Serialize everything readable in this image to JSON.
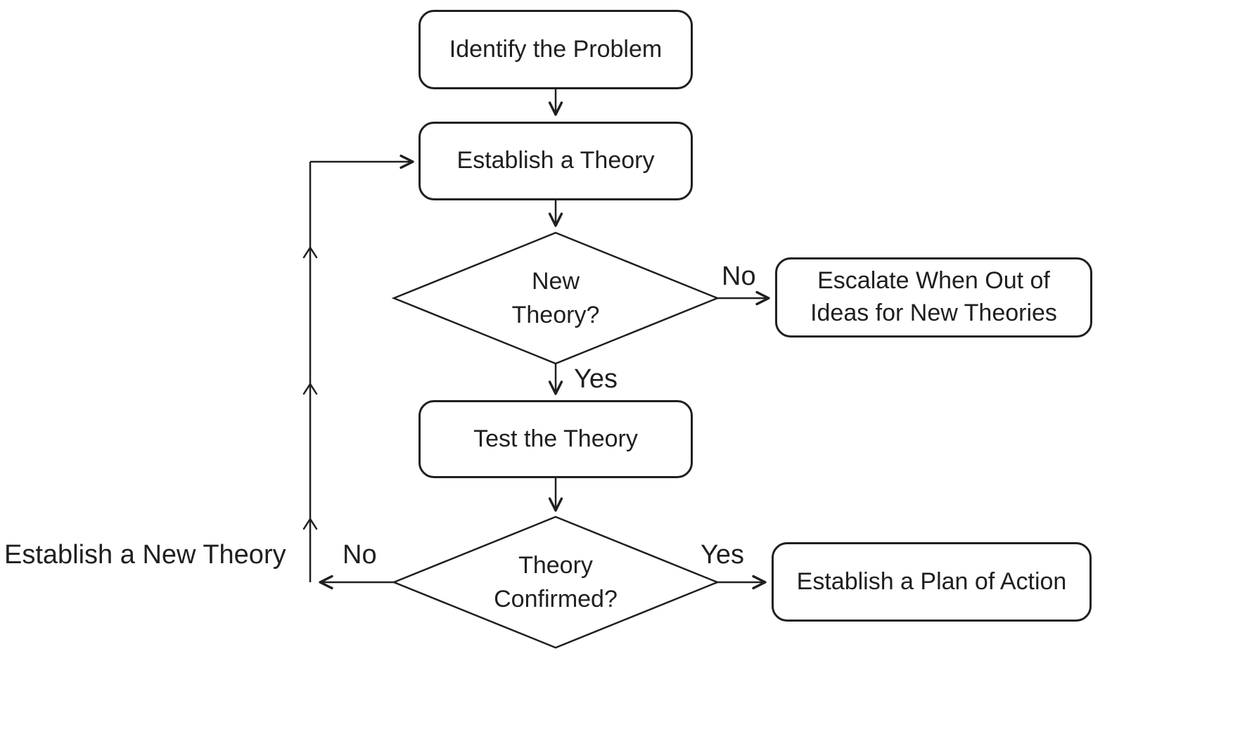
{
  "diagram": {
    "type": "flowchart",
    "background_color": "#ffffff",
    "line_color": "#1f1f1f",
    "text_color": "#1f1f1f",
    "node_fill_color": "#ffffff",
    "nodes": {
      "identify_problem": {
        "label": "Identify the Problem",
        "shape": "rounded-rectangle"
      },
      "establish_theory": {
        "label": "Establish a Theory",
        "shape": "rounded-rectangle"
      },
      "new_theory": {
        "label": "New Theory?",
        "shape": "diamond"
      },
      "escalate": {
        "label": "Escalate When Out of Ideas for New Theories",
        "shape": "rounded-rectangle"
      },
      "test_theory": {
        "label": "Test the Theory",
        "shape": "rounded-rectangle"
      },
      "theory_confirmed": {
        "label": "Theory Confirmed?",
        "shape": "diamond"
      },
      "plan_of_action": {
        "label": "Establish a Plan of Action",
        "shape": "rounded-rectangle"
      }
    },
    "edge_labels": {
      "new_theory_no": "No",
      "new_theory_yes": "Yes",
      "theory_confirmed_yes": "Yes",
      "theory_confirmed_no": "No"
    },
    "annotations": {
      "loop_label": "Establish a New Theory"
    },
    "edges": [
      {
        "from": "identify_problem",
        "to": "establish_theory",
        "label": ""
      },
      {
        "from": "establish_theory",
        "to": "new_theory",
        "label": ""
      },
      {
        "from": "new_theory",
        "to": "escalate",
        "label": "No"
      },
      {
        "from": "new_theory",
        "to": "test_theory",
        "label": "Yes"
      },
      {
        "from": "test_theory",
        "to": "theory_confirmed",
        "label": ""
      },
      {
        "from": "theory_confirmed",
        "to": "plan_of_action",
        "label": "Yes"
      },
      {
        "from": "theory_confirmed",
        "to": "establish_theory",
        "label": "No",
        "note": "loop back, Establish a New Theory"
      }
    ]
  }
}
